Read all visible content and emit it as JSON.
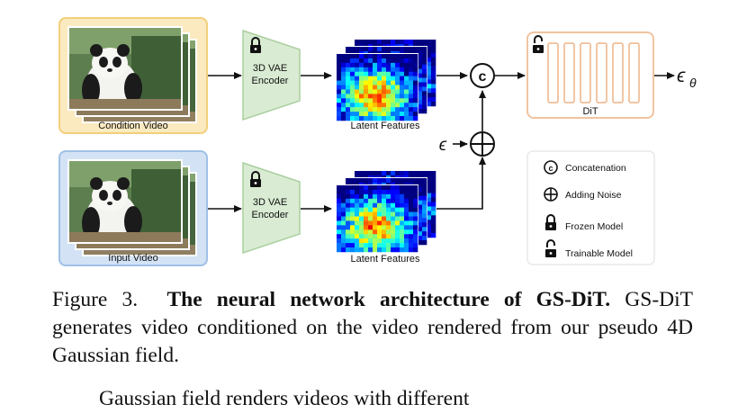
{
  "diagram": {
    "condition_video_label": "Condition Video",
    "input_video_label": "Input Video",
    "encoder_label_line1": "3D VAE",
    "encoder_label_line2": "Encoder",
    "latent_label": "Latent Features",
    "dit_label": "DiT",
    "concat_symbol": "c",
    "noise_symbol": "ϵ",
    "output_symbol": "ϵ",
    "output_subscript": "θ",
    "colors": {
      "condition_fill": "#fbeac0",
      "condition_border": "#f2cf7a",
      "input_fill": "#d3e3f5",
      "input_border": "#9fc0e6",
      "encoder_fill": "#d9ecd3",
      "encoder_border": "#a9cf9e",
      "dit_border": "#f0c49f",
      "dit_bar_border": "#eeb487"
    }
  },
  "legend": {
    "concatenation": "Concatenation",
    "adding_noise": "Adding Noise",
    "frozen_model": "Frozen Model",
    "trainable_model": "Trainable Model"
  },
  "caption": {
    "figure_label": "Figure 3.",
    "title": "The neural network architecture of GS-DiT.",
    "body": "GS-DiT generates video conditioned on the video rendered from our pseudo 4D Gaussian field."
  },
  "next_text": "Gaussian field renders videos with different"
}
